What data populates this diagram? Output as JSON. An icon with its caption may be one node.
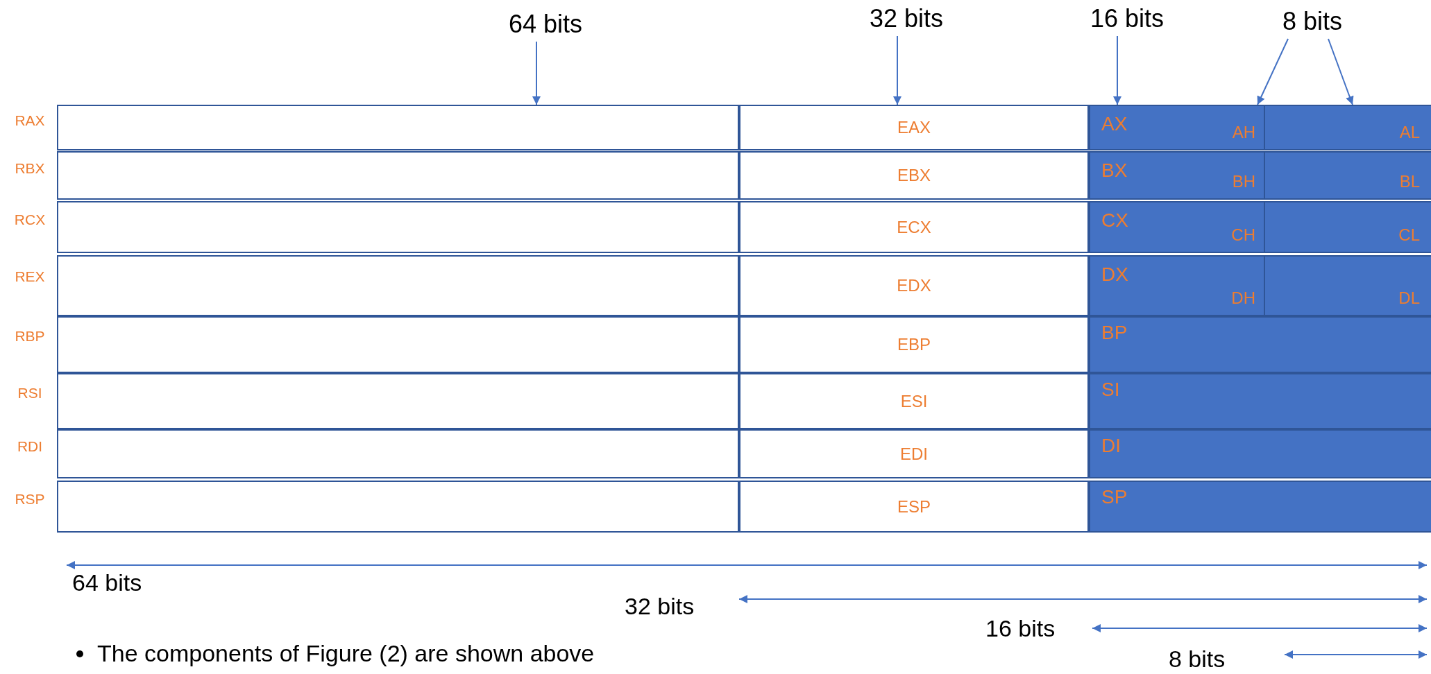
{
  "diagram": {
    "nodes": [
      {
        "text": [
          "64 bits"
        ]
      },
      {
        "text": [
          "32 bits"
        ]
      },
      {
        "text": [
          "16 bits"
        ]
      },
      {
        "text": [
          "8 bits"
        ]
      },
      {
        "text": [],
        "shape": "box",
        "beside": [
          "RAX"
        ]
      },
      {
        "text": [
          "EAX"
        ]
      },
      {
        "text": [
          "AX",
          "AH"
        ]
      },
      {
        "text": [
          "AL"
        ]
      },
      {
        "text": [],
        "shape": "box",
        "beside": [
          "RBX"
        ]
      },
      {
        "text": [
          "EBX"
        ]
      },
      {
        "text": [
          "BX",
          "BH"
        ]
      },
      {
        "text": [
          "BL"
        ]
      },
      {
        "text": [],
        "shape": "box",
        "beside": [
          "RCX"
        ]
      },
      {
        "text": [
          "ECX"
        ]
      },
      {
        "text": [
          "CX",
          "CH"
        ]
      },
      {
        "text": [
          "CL"
        ]
      },
      {
        "text": [],
        "shape": "box",
        "beside": [
          "REX"
        ]
      },
      {
        "text": [
          "EDX"
        ]
      },
      {
        "text": [
          "DX",
          "DH"
        ]
      },
      {
        "text": [
          "DL"
        ]
      },
      {
        "text": [],
        "shape": "box",
        "beside": [
          "RBP"
        ]
      },
      {
        "text": [
          "EBP"
        ]
      },
      {
        "text": [
          "BP"
        ]
      },
      {
        "text": [],
        "shape": "box",
        "beside": [
          "RSI"
        ]
      },
      {
        "text": [
          "ESI"
        ]
      },
      {
        "text": [
          "SI"
        ]
      },
      {
        "text": [],
        "shape": "box",
        "beside": [
          "RDI"
        ]
      },
      {
        "text": [
          "EDI"
        ]
      },
      {
        "text": [
          "DI"
        ]
      },
      {
        "text": [],
        "shape": "box",
        "beside": [
          "RSP"
        ]
      },
      {
        "text": [
          "ESP"
        ]
      },
      {
        "text": [
          "SP"
        ]
      }
    ],
    "edges": [
      {
        "from": 0,
        "to": 4,
        "arrow": "to"
      },
      {
        "from": 1,
        "to": 5,
        "arrow": "to"
      },
      {
        "from": 2,
        "to": 6,
        "arrow": "to"
      },
      {
        "from": 3,
        "to": 6,
        "arrow": "to"
      },
      {
        "from": 3,
        "to": 7,
        "arrow": "to"
      }
    ],
    "labels": [
      "64 bits",
      "32 bits",
      "16 bits",
      "8 bits",
      "The components of Figure (2) are shown above"
    ]
  }
}
